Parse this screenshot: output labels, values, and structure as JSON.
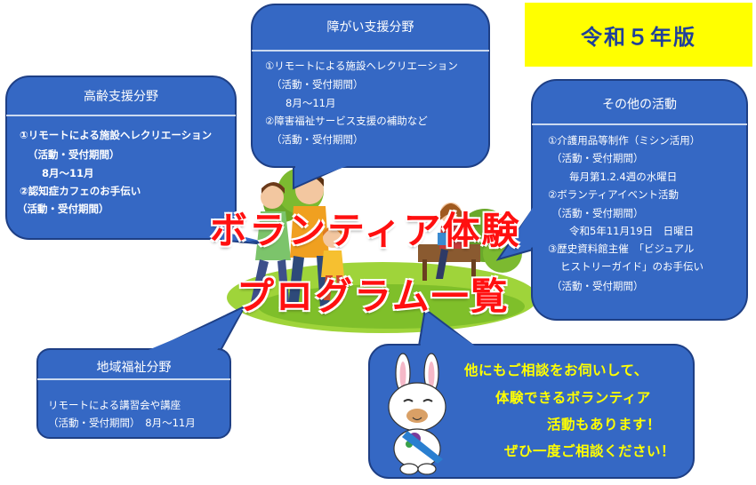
{
  "colors": {
    "box_fill": "#3568c4",
    "box_border": "#1e3f85",
    "divider": "#ffffff",
    "edition_bg": "#ffff00",
    "edition_text": "#1f3f9a",
    "title_text": "#ff1010",
    "message_text": "#ffff00"
  },
  "edition": "令和５年版",
  "title": {
    "line1": "ボランティア体験",
    "line2": "プログラム一覧"
  },
  "boxes": {
    "elderly": {
      "title": "高齢支援分野",
      "lines": [
        "①リモートによる施設ヘレクリエーション",
        "（活動・受付期間）",
        "8月～11月",
        "②認知症カフェのお手伝い",
        "（活動・受付期間）"
      ]
    },
    "disability": {
      "title": "障がい支援分野",
      "lines": [
        "①リモートによる施設ヘレクリエーション",
        "（活動・受付期間）",
        "8月～11月",
        "②障害福祉サービス支援の補助など",
        "（活動・受付期間）"
      ]
    },
    "other": {
      "title": "その他の活動",
      "lines": [
        "①介護用品等制作（ミシン活用）",
        "（活動・受付期間）",
        "毎月第1.2.4週の水曜日",
        "②ボランティアイベント活動",
        "（活動・受付期間）",
        "令和5年11月19日　日曜日",
        "③歴史資料館主催　「ビジュアル",
        "ヒストリーガイド」のお手伝い",
        "（活動・受付期間）"
      ]
    },
    "community": {
      "title": "地域福祉分野",
      "lines": [
        "リモートによる講習会や講座",
        "（活動・受付期間）　8月～11月"
      ]
    }
  },
  "message": [
    "他にもご相談をお伺いして、",
    "体験できるボランティア",
    "活動もあります！",
    "ぜひ一度ご相談ください！"
  ],
  "illustrations": {
    "center": "family-in-park-illustration",
    "mascot": "rabbit-mascot-illustration"
  }
}
